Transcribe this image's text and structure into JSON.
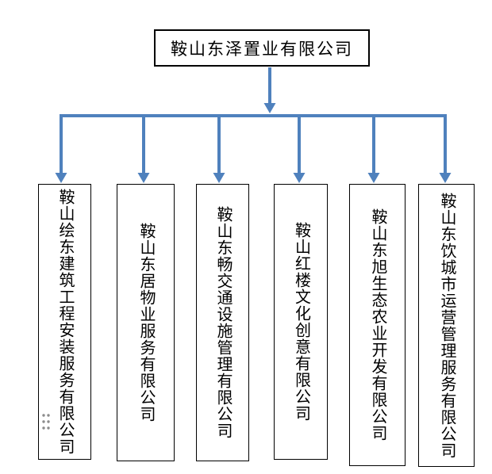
{
  "colors": {
    "connector": "#4F81BD",
    "box_border": "#000000",
    "text": "#000000",
    "anchor_dots": "#8c8c8c"
  },
  "icons": {
    "anchor_dots": "dotted-drag-anchor"
  },
  "root": {
    "name": "鞍山东泽置业有限公司"
  },
  "children": [
    {
      "name": "鞍山绘东建筑工程安装服务有限公司"
    },
    {
      "name": "鞍山东居物业服务有限公司"
    },
    {
      "name": "鞍山东畅交通设施管理有限公司"
    },
    {
      "name": "鞍山红楼文化创意有限公司"
    },
    {
      "name": "鞍山东旭生态农业开发有限公司"
    },
    {
      "name": "鞍山东饮城市运营管理服务有限公司"
    }
  ]
}
